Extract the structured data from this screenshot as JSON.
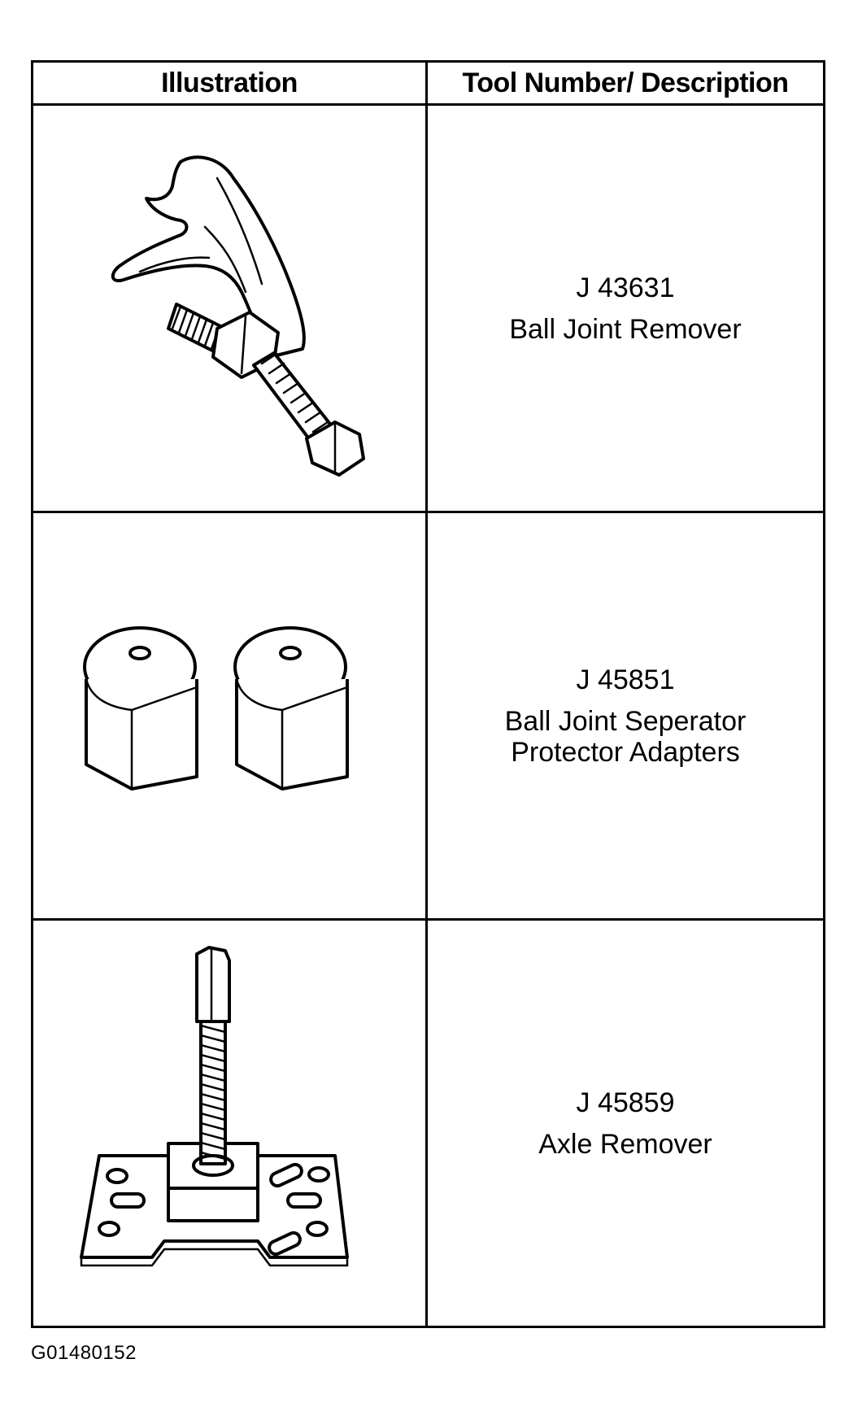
{
  "table": {
    "header_illustration": "Illustration",
    "header_description": "Tool Number/ Description",
    "rows": [
      {
        "tool_number": "J 43631",
        "description_lines": [
          "Ball Joint Remover"
        ],
        "illustration_icon": "ball-joint-remover-icon"
      },
      {
        "tool_number": "J 45851",
        "description_lines": [
          "Ball Joint Seperator",
          "Protector Adapters"
        ],
        "illustration_icon": "protector-adapters-icon"
      },
      {
        "tool_number": "J 45859",
        "description_lines": [
          "Axle Remover"
        ],
        "illustration_icon": "axle-remover-icon"
      }
    ]
  },
  "figure_id": "G01480152"
}
